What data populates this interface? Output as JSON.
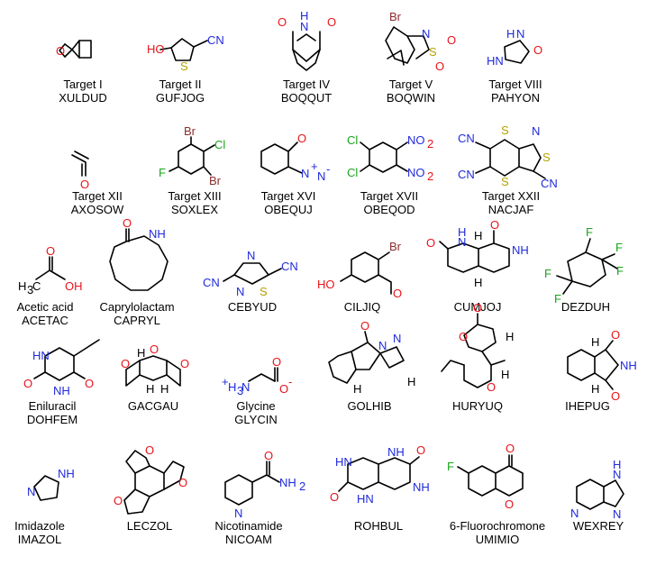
{
  "molecules": [
    {
      "target": "Target I",
      "code": "XULDUD"
    },
    {
      "target": "Target II",
      "code": "GUFJOG"
    },
    {
      "target": "Target IV",
      "code": "BOQQUT"
    },
    {
      "target": "Target V",
      "code": "BOQWIN"
    },
    {
      "target": "Target VIII",
      "code": "PAHYON"
    },
    {
      "target": "Target XII",
      "code": "AXOSOW"
    },
    {
      "target": "Target XIII",
      "code": "SOXLEX"
    },
    {
      "target": "Target XVI",
      "code": "OBEQUJ"
    },
    {
      "target": "Target XVII",
      "code": "OBEQOD"
    },
    {
      "target": "Target XXII",
      "code": "NACJAF"
    },
    {
      "target": "Acetic acid",
      "code": "ACETAC"
    },
    {
      "target": "Caprylolactam",
      "code": "CAPRYL"
    },
    {
      "target": "",
      "code": "CEBYUD"
    },
    {
      "target": "",
      "code": "CILJIQ"
    },
    {
      "target": "",
      "code": "CUMJOJ"
    },
    {
      "target": "",
      "code": "DEZDUH"
    },
    {
      "target": "Eniluracil",
      "code": "DOHFEM"
    },
    {
      "target": "",
      "code": "GACGAU"
    },
    {
      "target": "Glycine",
      "code": "GLYCIN"
    },
    {
      "target": "",
      "code": "GOLHIB"
    },
    {
      "target": "",
      "code": "HURYUQ"
    },
    {
      "target": "",
      "code": "IHEPUG"
    },
    {
      "target": "Imidazole",
      "code": "IMAZOL"
    },
    {
      "target": "",
      "code": "LECZOL"
    },
    {
      "target": "Nicotinamide",
      "code": "NICOAM"
    },
    {
      "target": "",
      "code": "ROHBUL"
    },
    {
      "target": "6-Fluorochromone",
      "code": "UMIMIO"
    },
    {
      "target": "",
      "code": "WEXREY"
    }
  ],
  "atoms": {
    "O": "O",
    "N": "N",
    "S": "S",
    "H": "H",
    "OH": "OH",
    "HO": "HO",
    "NH": "NH",
    "HN": "HN",
    "CN": "CN",
    "NC": "N",
    "Br": "Br",
    "Cl": "Cl",
    "F": "F",
    "NO2": "NO",
    "sub2": "2",
    "H3C": "H",
    "sub3": "3",
    "NH2": "NH",
    "H3N": "H",
    "plus": "+",
    "minus": "-",
    "Nplus": "N",
    "Nminus": "N"
  },
  "colors": {
    "O": "#e8141b",
    "N": "#1f2adb",
    "S": "#b5a200",
    "Br": "#8b2d2d",
    "Cl": "#1aa51a",
    "F": "#1aa51a"
  }
}
